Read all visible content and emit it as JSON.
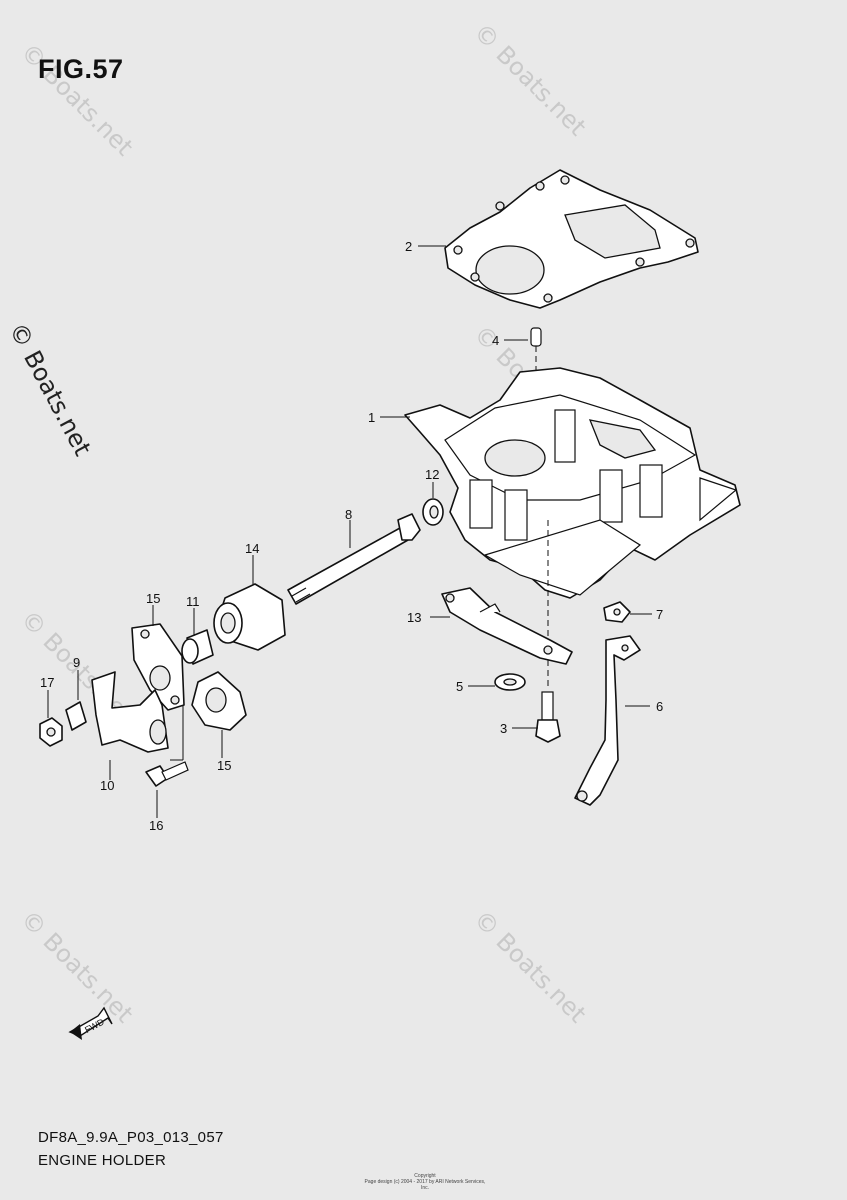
{
  "figure": {
    "title": "FIG.57"
  },
  "watermarks": [
    "© Boats.net",
    "© Boats.net",
    "© Boats.net",
    "© Boats.net",
    "© Boats.net",
    "© Boats.net"
  ],
  "watermark_main": "© Boats.net",
  "footer": {
    "code": "DF8A_9.9A_P03_013_057",
    "name": "ENGINE HOLDER",
    "copyright_line1": "Copyright",
    "copyright_line2": "Page design (c) 2004 - 2017 by ARI Network Services, Inc."
  },
  "fwd_arrow_label": "FWD",
  "callouts": {
    "c1": "1",
    "c2": "2",
    "c3": "3",
    "c4": "4",
    "c5": "5",
    "c6": "6",
    "c7": "7",
    "c8": "8",
    "c9": "9",
    "c10": "10",
    "c11": "11",
    "c12": "12",
    "c13": "13",
    "c14": "14",
    "c15a": "15",
    "c15b": "15",
    "c16": "16",
    "c17": "17"
  }
}
